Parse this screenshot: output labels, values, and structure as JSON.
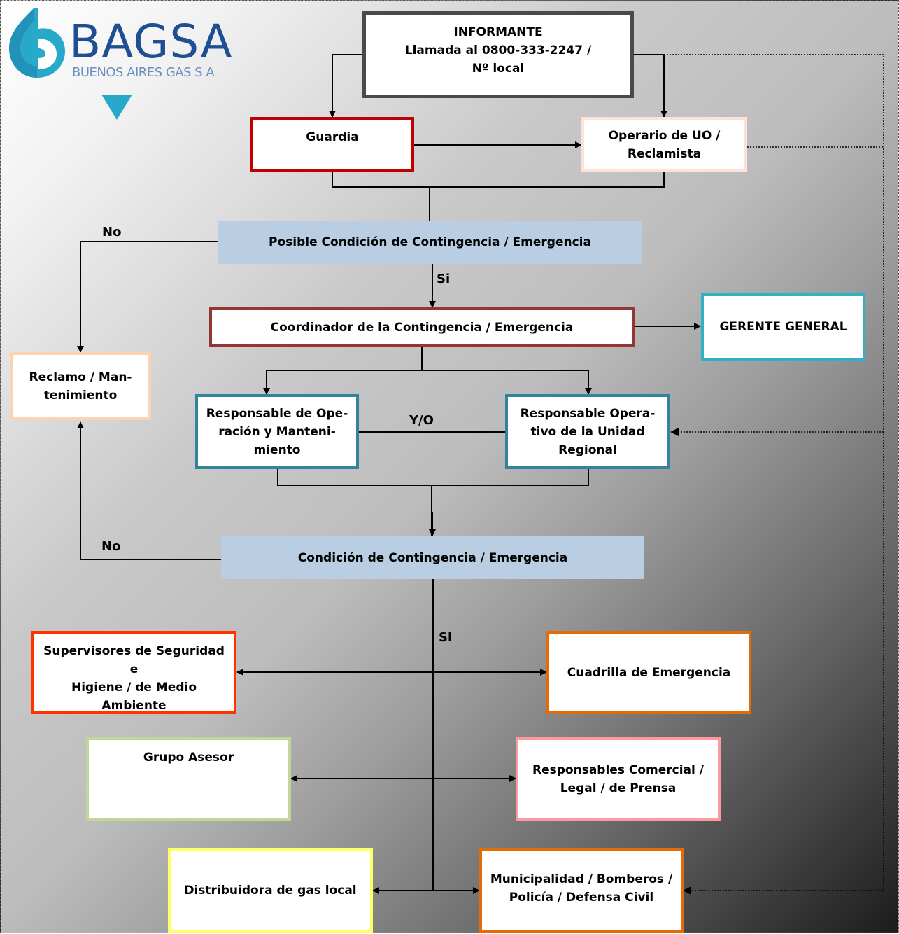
{
  "logo": {
    "word": "BAGSA",
    "subtitle": "BUENOS AIRES GAS S A",
    "brand_color": "#1f4f93",
    "accent_color": "#28a9c9"
  },
  "nodes": {
    "informante": "INFORMANTE\nLlamada al 0800-333-2247 /\nNº local",
    "guardia": "Guardia",
    "operario": "Operario de UO /\nReclamista",
    "posible": "Posible Condición de Contingencia / Emergencia",
    "coordinador": "Coordinador de la Contingencia / Emergencia",
    "gerente": "GERENTE GENERAL",
    "reclamo": "Reclamo / Man-\ntenimiento",
    "resp_operacion": "Responsable de Ope-\nración y Manteni-\nmiento",
    "resp_operativo": "Responsable Opera-\ntivo de la Unidad\nRegional",
    "condicion": "Condición de Contingencia / Emergencia",
    "supervisores": "Supervisores de Seguridad e\nHigiene / de Medio\nAmbiente",
    "cuadrilla": "Cuadrilla de Emergencia",
    "grupo": "Grupo Asesor",
    "comercial": "Responsables Comercial /\nLegal / de Prensa",
    "distribuidora": "Distribuidora de gas local",
    "municipalidad": "Municipalidad / Bomberos /\nPolicía / Defensa Civil"
  },
  "edge_labels": {
    "no_top": "No",
    "si_top": "Si",
    "yo": "Y/O",
    "no_bottom": "No",
    "si_bottom": "Si"
  },
  "colors": {
    "informante": "#4a4a4a",
    "guardia": "#c00000",
    "operario": "#fbe4d5",
    "bar": "#b9cde3",
    "coordinador": "#943634",
    "gerente": "#31b0c6",
    "reclamo": "#fbd4b4",
    "responsables": "#31849b",
    "supervisores": "#ff3300",
    "cuadrilla": "#e36c09",
    "grupo": "#c2d69b",
    "comercial": "#ff99a0",
    "distribuidora": "#ffff66",
    "municipalidad": "#e36c09"
  }
}
